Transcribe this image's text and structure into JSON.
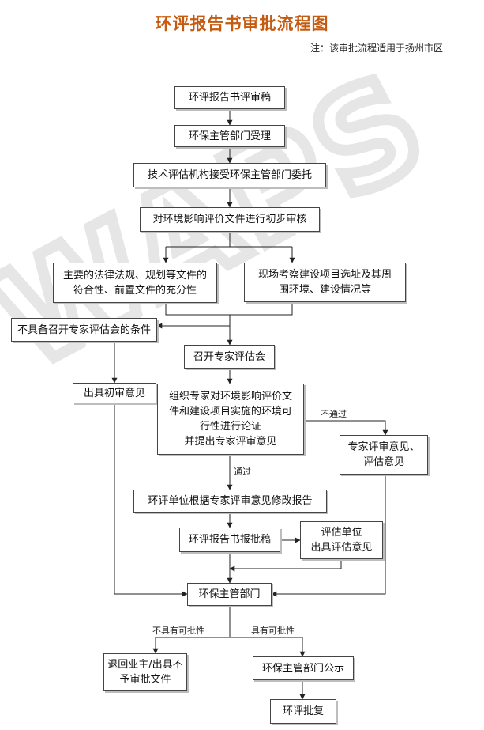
{
  "title": "环评报告书审批流程图",
  "note": "注：该审批流程适用于扬州市区",
  "watermark": "WAPS",
  "nodes": {
    "draft": "环评报告书评审稿",
    "accept": "环保主管部门受理",
    "entrust": "技术评估机构接受环保主管部门委托",
    "prelim": "对环境影响评价文件进行初步审核",
    "compliance": "主要的法律法规、规划等文件的\n符合性、前置文件的充分性",
    "site": "现场考察建设项目选址及其周\n围环境、建设情况等",
    "lack": "不具备召开专家评估会的条件",
    "initial_opinion": "出具初审意见",
    "meeting": "召开专家评估会",
    "review": "组织专家对环境影响评价文\n件和建设项目实施的环境可\n行性进行论证\n并提出专家评审意见",
    "expert_opinion": "专家评审意见、\n评估意见",
    "revise": "环评单位根据专家评审意见修改报告",
    "submit": "环评报告书报批稿",
    "assess_unit": "评估单位\n出具评估意见",
    "authority": "环保主管部门",
    "reject": "退回业主/出具不\n予审批文件",
    "publicize": "环保主管部门公示",
    "approve": "环评批复"
  },
  "labels": {
    "not_pass": "不通过",
    "pass": "通过",
    "no_approval": "不具有可批性",
    "approvable": "具有可批性"
  }
}
